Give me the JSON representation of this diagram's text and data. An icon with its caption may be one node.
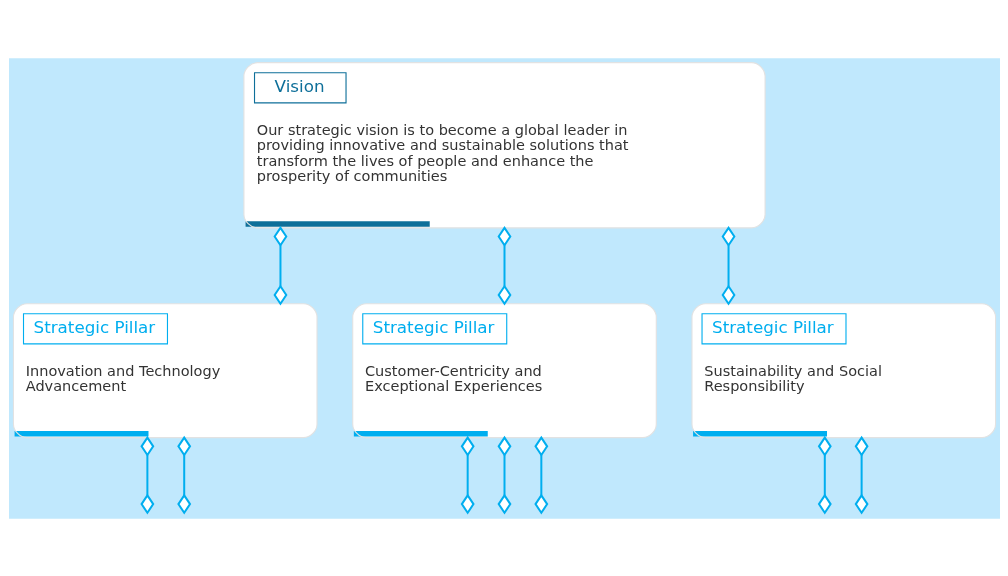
{
  "diagram": {
    "nodes": [
      {
        "text": [
          "Vision",
          "Our strategic vision is to become a global leader in providing innovative and sustainable solutions that transform the lives of people and enhance the prosperity of communities"
        ]
      },
      {
        "text": [
          "Strategic Pillar",
          "Innovation and Technology Advancement"
        ]
      },
      {
        "text": [
          "Strategic Pillar",
          "Customer-Centricity and Exceptional Experiences"
        ]
      },
      {
        "text": [
          "Strategic Pillar",
          "Sustainability and Social Responsibility"
        ]
      }
    ],
    "edges": [
      {
        "from": 0,
        "to": 1,
        "arrow": "other"
      },
      {
        "from": 0,
        "to": 2,
        "arrow": "other"
      },
      {
        "from": 0,
        "to": 3,
        "arrow": "other"
      },
      {
        "from": 1,
        "to": null,
        "arrow": "other"
      },
      {
        "from": 1,
        "to": null,
        "arrow": "other"
      },
      {
        "from": 2,
        "to": null,
        "arrow": "other"
      },
      {
        "from": 2,
        "to": null,
        "arrow": "other"
      },
      {
        "from": 2,
        "to": null,
        "arrow": "other"
      },
      {
        "from": 3,
        "to": null,
        "arrow": "other"
      },
      {
        "from": 3,
        "to": null,
        "arrow": "other"
      }
    ]
  }
}
